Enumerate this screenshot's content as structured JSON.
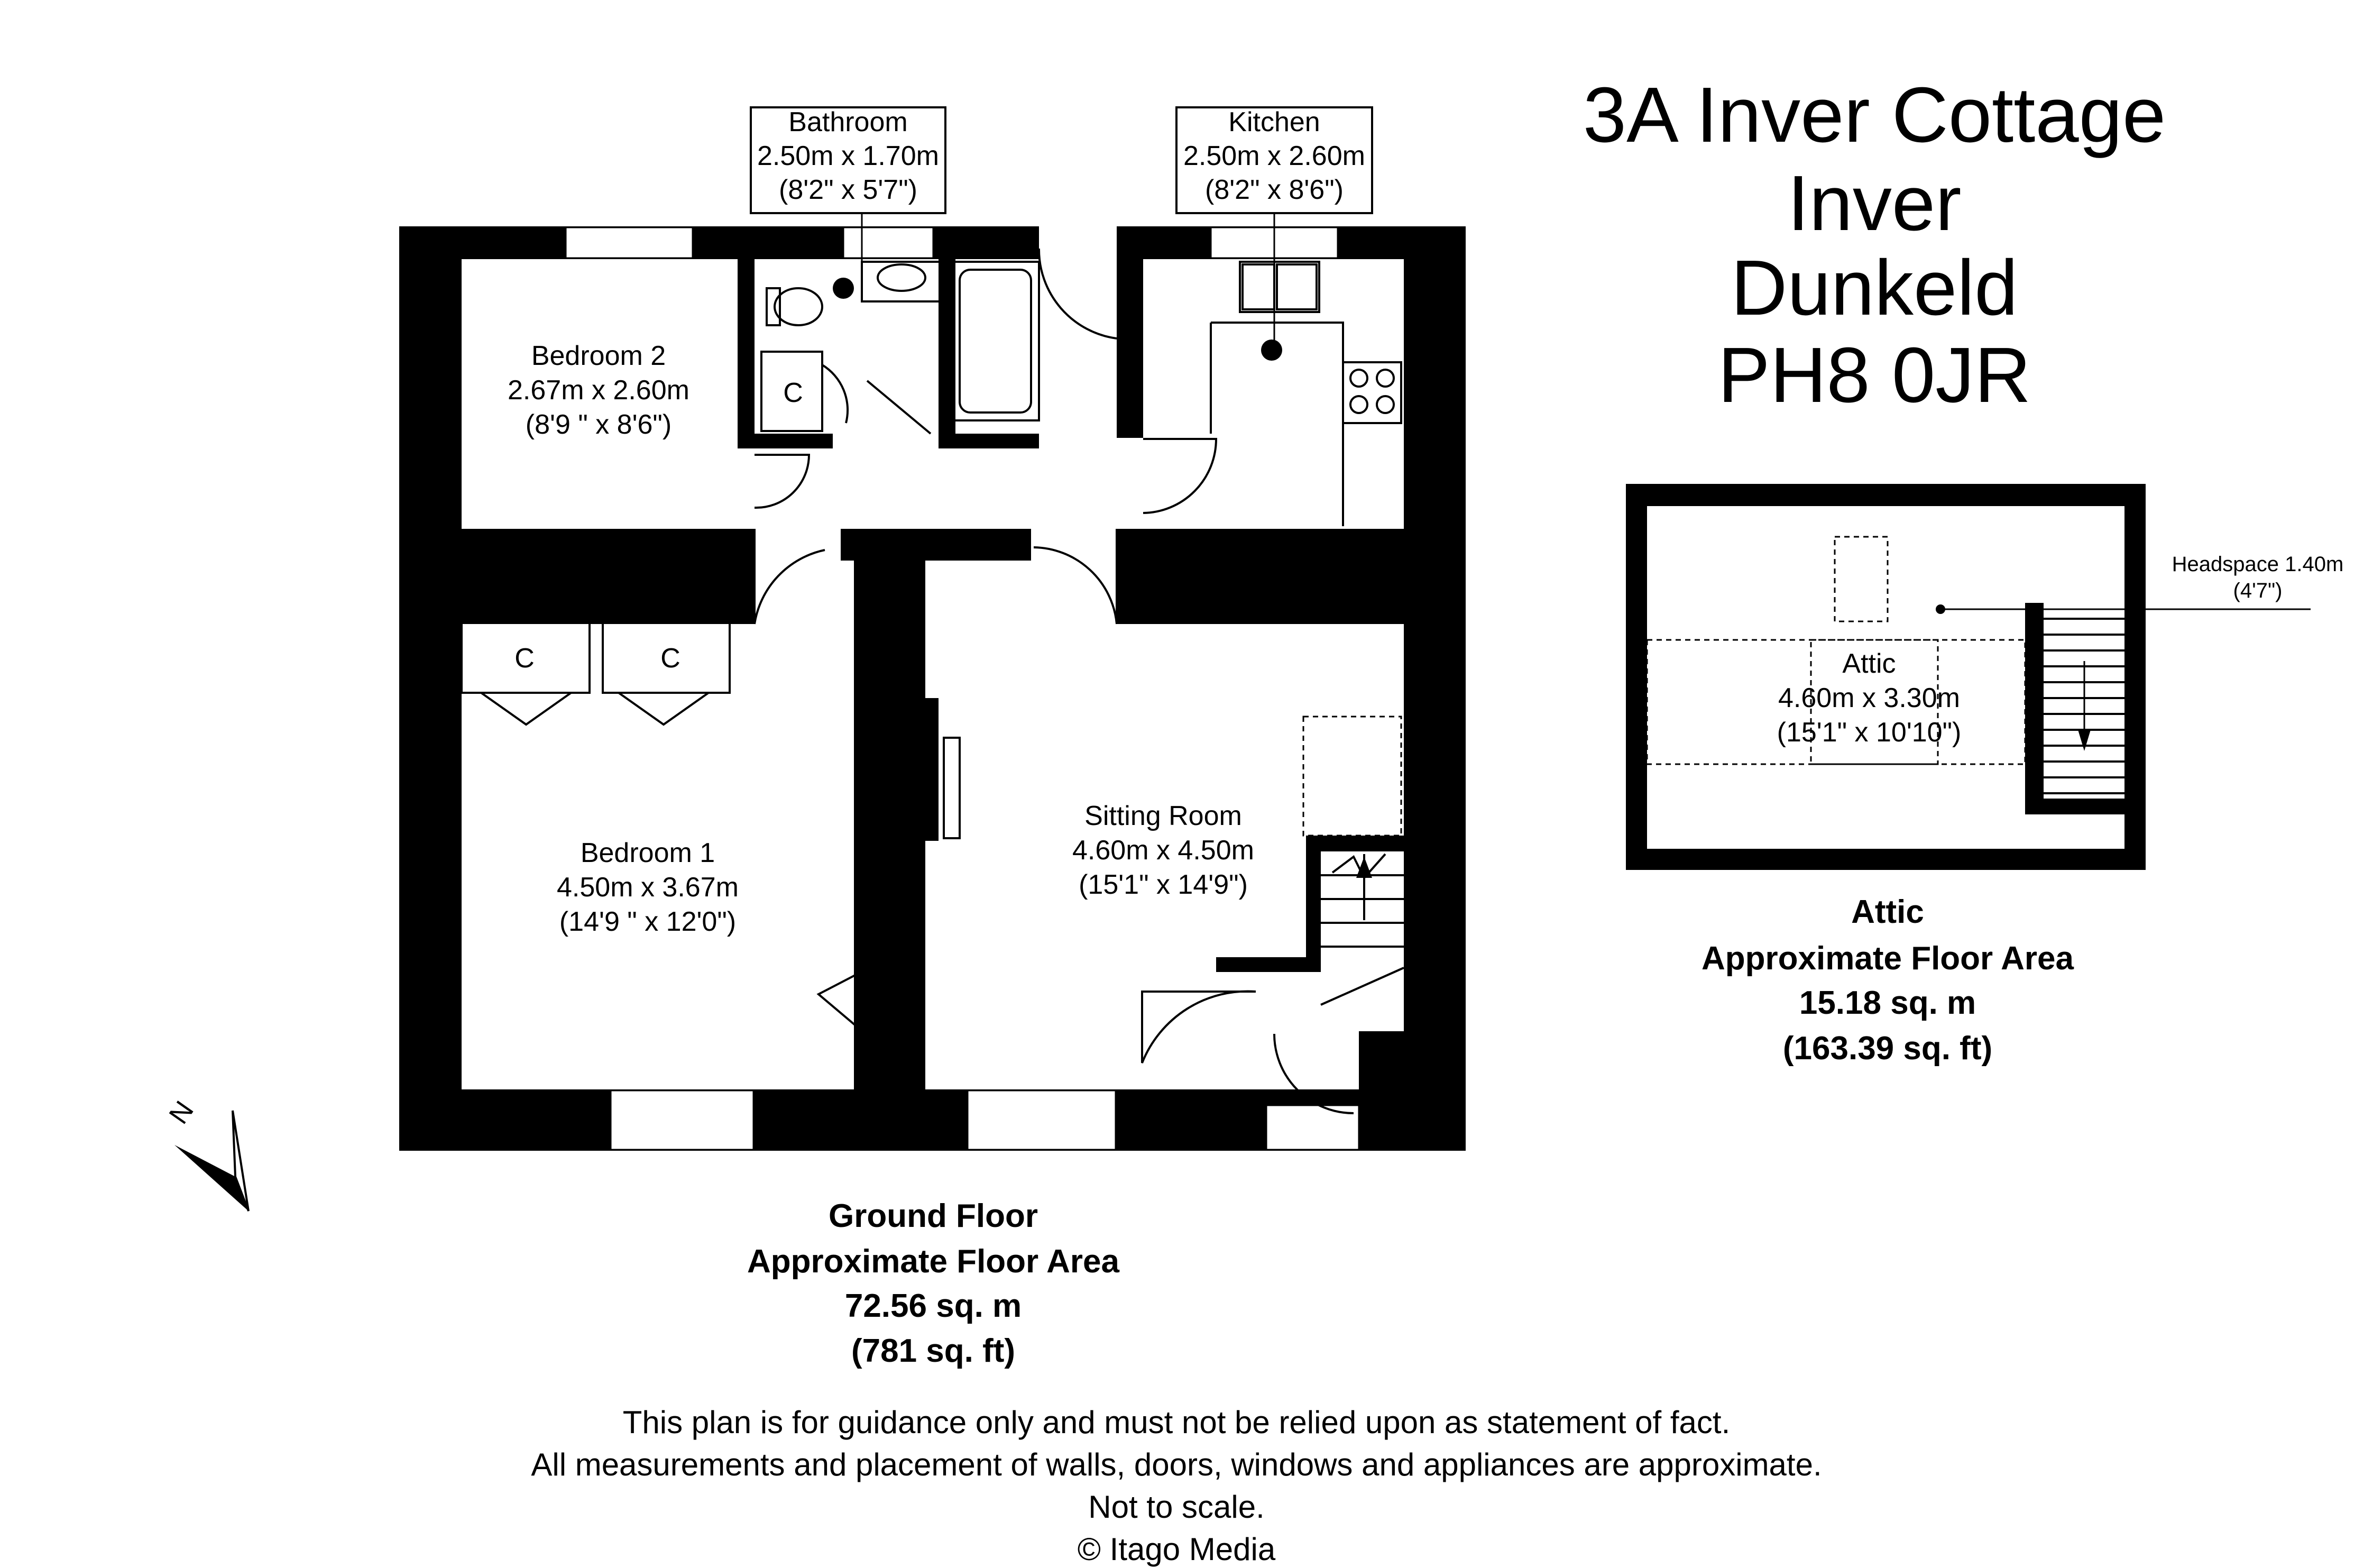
{
  "address": {
    "line1": "3A Inver Cottage",
    "line2": "Inver",
    "line3": "Dunkeld",
    "line4": "PH8 0JR"
  },
  "rooms": {
    "bathroom": {
      "name": "Bathroom",
      "metric": "2.50m x 1.70m",
      "imperial": "(8'2\" x 5'7\")"
    },
    "kitchen": {
      "name": "Kitchen",
      "metric": "2.50m x 2.60m",
      "imperial": "(8'2\" x 8'6\")"
    },
    "bedroom2": {
      "name": "Bedroom 2",
      "metric": "2.67m x 2.60m",
      "imperial": "(8'9 \" x 8'6\")"
    },
    "bedroom1": {
      "name": "Bedroom 1",
      "metric": "4.50m x 3.67m",
      "imperial": "(14'9 \" x 12'0\")"
    },
    "sitting_room": {
      "name": "Sitting Room",
      "metric": "4.60m x 4.50m",
      "imperial": "(15'1\" x 14'9\")"
    },
    "attic": {
      "name": "Attic",
      "metric": "4.60m x 3.30m",
      "imperial": "(15'1\" x 10'10\")"
    }
  },
  "cupboard_label": "C",
  "north_label": "N",
  "headspace": {
    "label": "Headspace 1.40m",
    "imperial": "(4'7\")"
  },
  "ground_floor": {
    "name": "Ground Floor",
    "caption": "Approximate Floor Area",
    "sqm": "72.56 sq. m",
    "sqft": "(781 sq. ft)"
  },
  "attic_floor": {
    "name": "Attic",
    "caption": "Approximate Floor Area",
    "sqm": "15.18 sq. m",
    "sqft": "(163.39 sq. ft)"
  },
  "disclaimer": {
    "line1": "This plan is for guidance only and must not be relied upon as statement of fact.",
    "line2": "All measurements and placement of walls, doors, windows and appliances are approximate.",
    "line3": "Not to scale.",
    "line4": "© Itago Media"
  }
}
